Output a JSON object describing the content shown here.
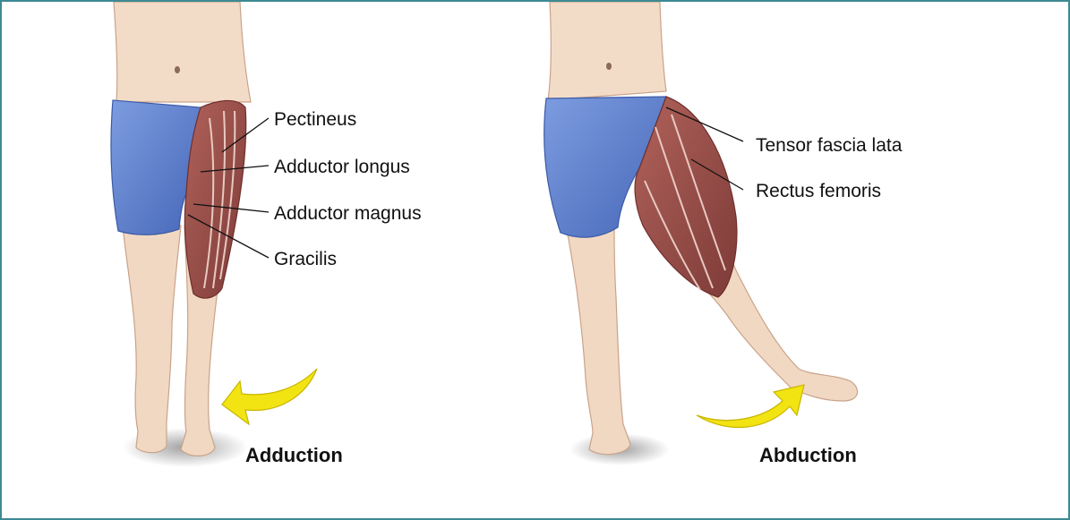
{
  "colors": {
    "frame": "#3d8a93",
    "shorts": "#5b7fd0",
    "skin": "#f1d8c2",
    "muscle": "#9a4f4a",
    "arrow": "#f2e312"
  },
  "adduction": {
    "caption": "Adduction",
    "labels": {
      "pectineus": "Pectineus",
      "adductor_longus": "Adductor longus",
      "adductor_magnus": "Adductor magnus",
      "gracilis": "Gracilis"
    },
    "arrow_icon": "curved-arrow-left-icon"
  },
  "abduction": {
    "caption": "Abduction",
    "labels": {
      "tensor_fascia_lata": "Tensor fascia lata",
      "rectus_femoris": "Rectus femoris"
    },
    "arrow_icon": "curved-arrow-right-icon"
  }
}
